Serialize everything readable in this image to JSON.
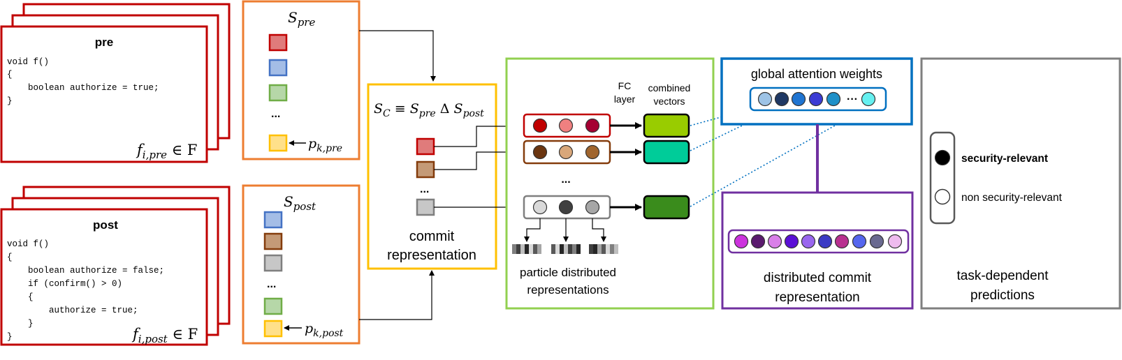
{
  "pre_code": {
    "title": "pre",
    "lines": [
      "void f()",
      "{",
      "boolean authorize = true;",
      "}"
    ],
    "label_base": "f",
    "label_sub": "i,pre",
    "label_rel": " ∈ F"
  },
  "post_code": {
    "title": "post",
    "lines": [
      "void f()",
      "{",
      "boolean authorize = false;",
      "if (confirm() > 0)",
      "{",
      "authorize = true;",
      "}",
      "}"
    ],
    "label_base": "f",
    "label_sub": "i,post",
    "label_rel": " ∈ F"
  },
  "s_pre": {
    "base": "S",
    "sub": "pre",
    "ellipsis": "...",
    "p_base": "p",
    "p_sub": "k,pre"
  },
  "s_post": {
    "base": "S",
    "sub": "post",
    "ellipsis": "...",
    "p_base": "p",
    "p_sub": "k,post"
  },
  "commit": {
    "eq_s": "S",
    "eq_c": "C",
    "eq_equiv": " ≡ ",
    "eq_s2": "S",
    "eq_pre": "pre",
    "eq_delta": " Δ ",
    "eq_s3": "S",
    "eq_post": "post",
    "ellipsis": "...",
    "label_line1": "commit",
    "label_line2": "representation"
  },
  "particles": {
    "fc_line1": "FC",
    "fc_line2": "layer",
    "combined_line1": "combined",
    "combined_line2": "vectors",
    "ellipsis": "...",
    "label_line1": "particle distributed",
    "label_line2": "representations"
  },
  "attention": {
    "title": "global attention weights",
    "dots": "···"
  },
  "distributed": {
    "label_line1": "distributed commit",
    "label_line2": "representation"
  },
  "predictions": {
    "relevant": "security-relevant",
    "non_relevant": "non security-relevant",
    "label_line1": "task-dependent",
    "label_line2": "predictions"
  },
  "colors": {
    "code_border": "#c00000",
    "set_border": "#ed7d31",
    "commit_border": "#ffc000",
    "particle_border": "#92d050",
    "attention_border": "#0070c0",
    "distributed_border": "#7030a0",
    "prediction_border": "#7f7f7f",
    "connector_purple": "#7030a0",
    "dotted_blue": "#0070c0"
  },
  "icons": {
    "particle_square": "colored-square",
    "dot": "filled-circle"
  }
}
